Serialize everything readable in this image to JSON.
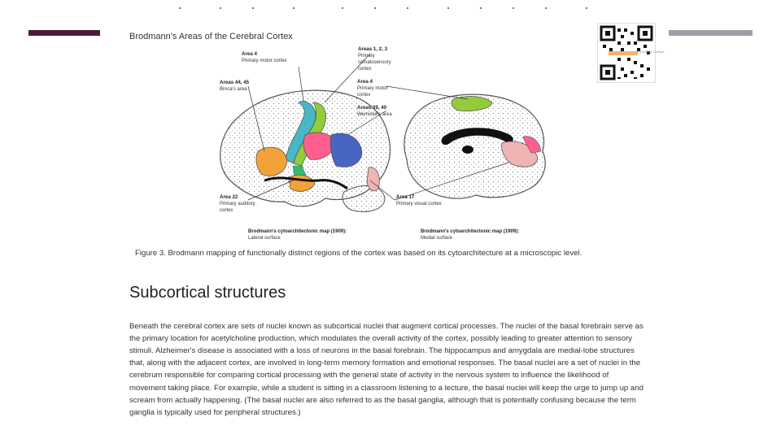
{
  "colors": {
    "accent_left": "#4b1a3a",
    "accent_right": "#9aa0a6",
    "area_motor": "#48b8c6",
    "area_somatosensory": "#93cc3b",
    "area_broca": "#f3a23a",
    "area_wernicke": "#4766c2",
    "area_auditory": "#f3a23a",
    "area_visual": "#f0b4b4",
    "area_pink": "#ff5f8c",
    "area_green": "#2fbf6a"
  },
  "figure": {
    "title": "Brodmann's Areas of the Cerebral Cortex",
    "labels": {
      "area4_lateral": {
        "name": "Area 4",
        "desc": "Primary motor cortex"
      },
      "area4445": {
        "name": "Areas 44, 45",
        "desc": "Broca's area"
      },
      "area123": {
        "name": "Areas 1, 2, 3",
        "desc1": "Primary",
        "desc2": "somatosensory",
        "desc3": "cortex"
      },
      "area4_medial": {
        "name": "Area 4",
        "desc1": "Primary motor",
        "desc2": "cortex"
      },
      "area3940": {
        "name": "Areas 39, 40",
        "desc": "Wernicke's area"
      },
      "area22": {
        "name": "Area 22",
        "desc1": "Primary auditory",
        "desc2": "cortex"
      },
      "area17": {
        "name": "Area 17",
        "desc": "Primary visual cortex"
      }
    },
    "map_lateral": {
      "title": "Brodmann's cytoarchitectonic map (1909):",
      "sub": "Lateral surface"
    },
    "map_medial": {
      "title": "Brodmann's cytoarchitectonic map (1909):",
      "sub": "Medial surface"
    },
    "caption": "Figure 3. Brodmann mapping of functionally distinct regions of the cortex was based on its cytoarchitecture at a microscopic level."
  },
  "section": {
    "heading": "Subcortical structures",
    "paragraph": "Beneath the cerebral cortex are sets of nuclei known as subcortical nuclei that augment cortical processes. The nuclei of the basal forebrain serve as the primary location for acetylcholine production, which modulates the overall activity of the cortex, possibly leading to greater attention to sensory stimuli. Alzheimer's disease is associated with a loss of neurons in the basal forebrain. The hippocampus and amygdala are medial-lobe structures that, along with the adjacent cortex, are involved in long-term memory formation and emotional responses. The basal nuclei are a set of nuclei in the cerebrum responsible for comparing cortical processing with the general state of activity in the nervous system to influence the likelihood of movement taking place. For example, while a student is sitting in a classroom listening to a lecture, the basal nuclei will keep the urge to jump up and scream from actually happening. (The basal nuclei are also referred to as the basal ganglia, although that is potentially confusing because the term ganglia is typically used for peripheral structures.)"
  },
  "qr": {
    "label": "OpenStax College"
  }
}
